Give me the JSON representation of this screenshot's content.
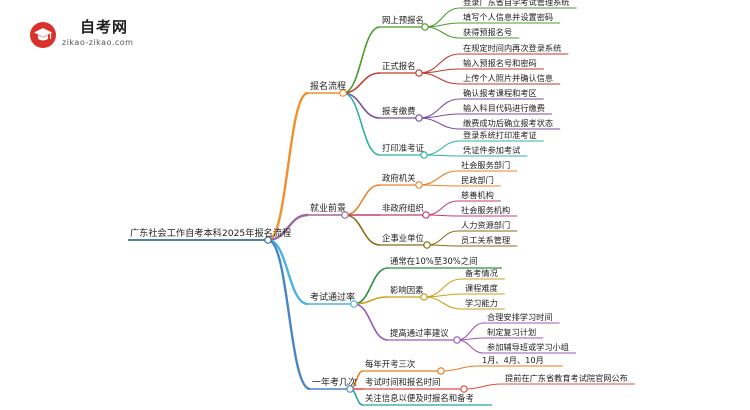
{
  "brand": {
    "site_name": "自考网",
    "site_url": "zikao-zikao.com",
    "logo_icon": "graduation-cap-icon",
    "logo_color": "#d8322b"
  },
  "mindmap": {
    "root": "广东社会工作自考本科2025年报名流程",
    "branches": [
      {
        "label": "报名流程",
        "color": "#f28e2b",
        "children": [
          {
            "label": "网上预报名",
            "color": "#4a9c2d",
            "children": [
              "登录广东省自学考试管理系统",
              "填写个人信息并设置密码",
              "获得预报名号"
            ]
          },
          {
            "label": "正式报名",
            "color": "#c0392b",
            "children": [
              "在规定时间内再次登录系统",
              "输入预报名号和密码",
              "上传个人照片并确认信息"
            ]
          },
          {
            "label": "报考缴费",
            "color": "#7b4fa0",
            "children": [
              "确认报考课程和考区",
              "输入科目代码进行缴费",
              "缴费成功后确立报考状态"
            ]
          },
          {
            "label": "打印准考证",
            "color": "#2fb0a3",
            "children": [
              "登录系统打印准考证",
              "凭证件参加考试"
            ]
          }
        ]
      },
      {
        "label": "就业前景",
        "color": "#a0689b",
        "children": [
          {
            "label": "政府机关",
            "color": "#e8832a",
            "children": [
              "社会服务部门",
              "民政部门"
            ]
          },
          {
            "label": "非政府组织",
            "color": "#c43c6e",
            "children": [
              "慈善机构",
              "社会服务机构"
            ]
          },
          {
            "label": "企事业单位",
            "color": "#8a6d14",
            "children": [
              "人力资源部门",
              "员工关系管理"
            ]
          }
        ]
      },
      {
        "label": "考试通过率",
        "color": "#4bb3e0",
        "children": [
          {
            "label": "通常在10%至30%之间",
            "color": "#2e8f3e",
            "children": []
          },
          {
            "label": "影响因素",
            "color": "#c8a21a",
            "children": [
              "备考情况",
              "课程难度",
              "学习能力"
            ]
          },
          {
            "label": "提高通过率建议",
            "color": "#9b59b6",
            "children": [
              "合理安排学习时间",
              "制定复习计划",
              "参加辅导班或学习小组"
            ]
          }
        ]
      },
      {
        "label": "一年考几次",
        "color": "#4a86c5",
        "children": [
          {
            "label": "每年开考三次",
            "color": "#e67e22",
            "children": [
              "1月、4月、10月"
            ]
          },
          {
            "label": "考试时间和报名时间",
            "color": "#e74c3c",
            "children": [
              "提前在广东省教育考试院官网公布"
            ]
          },
          {
            "label": "关注信息以便及时报名和备考",
            "color": "#29a3a3",
            "children": []
          }
        ]
      }
    ]
  }
}
